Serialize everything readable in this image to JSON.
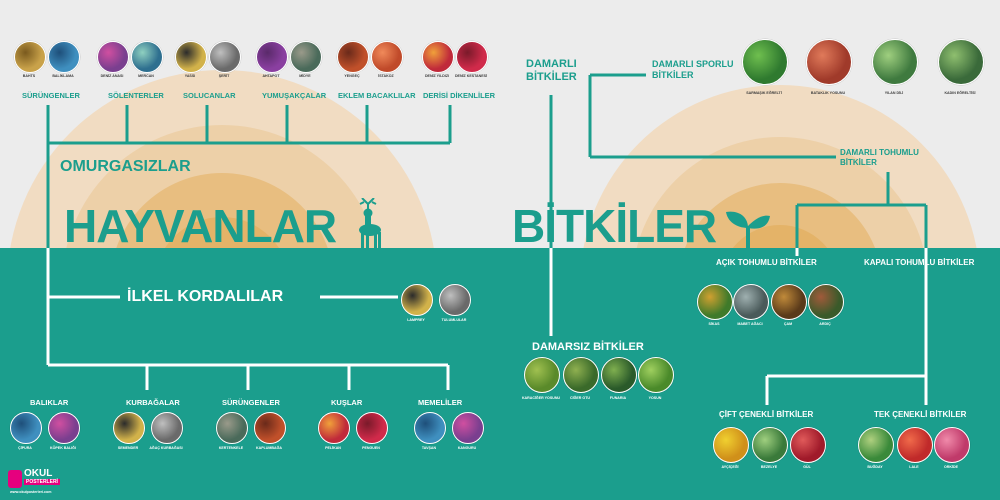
{
  "colors": {
    "teal": "#1b9e8d",
    "ring_outer": "#f1dcc2",
    "ring_mid": "#ebc793",
    "ring_inner": "#e3b263",
    "bg": "#ececec",
    "line_on_light": "#1b9e8d",
    "line_on_teal": "#ffffff"
  },
  "animals": {
    "title": "HAYVANLAR",
    "invertebrates": "OMURGASIZLAR",
    "primitive_chordates": "İLKEL KORDALILAR",
    "top_groups": [
      {
        "label": "SÜRÜNGENLER",
        "items": [
          "BAHTS",
          "BALİKLAMA"
        ]
      },
      {
        "label": "SÖLENTERLER",
        "items": [
          "DENİZ ANASI",
          "MERCAN"
        ]
      },
      {
        "label": "SOLUCANLAR",
        "items": [
          "YASSI",
          "ŞERİT"
        ]
      },
      {
        "label": "YUMUŞAKÇALAR",
        "items": [
          "AHTAPOT",
          "MİDYE"
        ]
      },
      {
        "label": "EKLEM BACAKLILAR",
        "items": [
          "YENGEÇ",
          "İSTAKOZ"
        ]
      },
      {
        "label": "DERİSİ DİKENLİLER",
        "items": [
          "DENİZ YILDIZI",
          "DENİZ KESTANESİ"
        ]
      }
    ],
    "chordate_items": [
      "LAMPREY",
      "TULUMLULAR"
    ],
    "bottom_groups": [
      {
        "label": "BALIKLAR",
        "items": [
          "ÇİPURA",
          "KÖPEK BALIĞI"
        ]
      },
      {
        "label": "KURBAĞALAR",
        "items": [
          "SEMENDER",
          "AĞAÇ KURBAĞASI"
        ]
      },
      {
        "label": "SÜRÜNGENLER",
        "items": [
          "KERTENKELE",
          "KAPLUMBAĞA"
        ]
      },
      {
        "label": "KUŞLAR",
        "items": [
          "PELİKAN",
          "PENGUEN"
        ]
      },
      {
        "label": "MEMELİLER",
        "items": [
          "TAVŞAN",
          "KANGURU"
        ]
      }
    ]
  },
  "plants": {
    "title": "BİTKİLER",
    "vascular": "DAMARLI\nBİTKİLER",
    "vascular_spore": "DAMARLI SPORLU\nBİTKİLER",
    "spore_items": [
      "SARMAŞIK EĞRELTİ",
      "BATAKLIK YOSUNU",
      "YILAN DİLİ",
      "KADIN EĞRELTİSİ"
    ],
    "vascular_seed": "DAMARLI TOHUMLU\nBİTKİLER",
    "gymnosperms": "AÇIK TOHUMLU BİTKİLER",
    "gymno_items": [
      "SİKAS",
      "MABET AĞACI",
      "ÇAM",
      "ARDIÇ"
    ],
    "angiosperms": "KAPALI TOHUMLU BİTKİLER",
    "nonvascular": "DAMARSIZ BİTKİLER",
    "nonvascular_items": [
      "KARACİĞER YOSUNU",
      "CİĞER OTU",
      "FUNARIA",
      "YOSUN"
    ],
    "dicots": "ÇİFT ÇENEKLİ BİTKİLER",
    "dicot_items": [
      "AYÇİÇEĞİ",
      "BEZELYE",
      "GÜL"
    ],
    "monocots": "TEK ÇENEKLİ BİTKİLER",
    "monocot_items": [
      "BUĞDAY",
      "LALE",
      "ORKİDE"
    ]
  },
  "logo": {
    "line1": "OKUL",
    "line2": "POSTERLERİ",
    "url": "www.okulposterleri.com"
  },
  "icons": {
    "animal": "deer-icon",
    "plant": "sprout-icon"
  }
}
